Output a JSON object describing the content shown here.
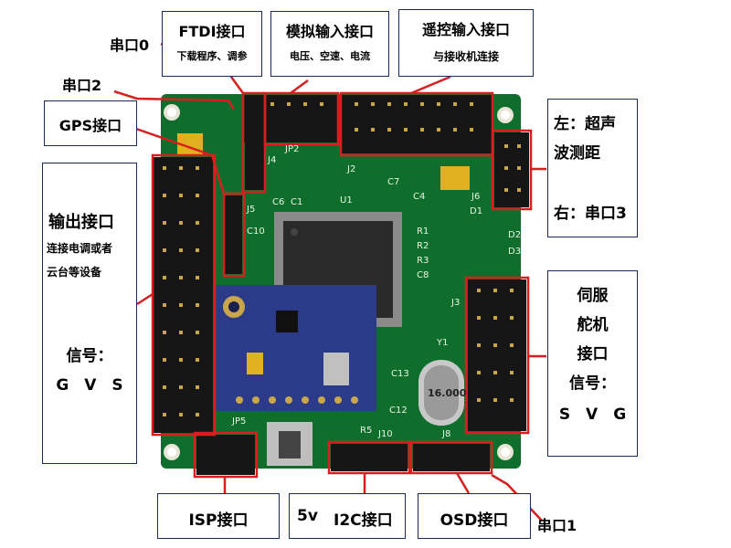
{
  "labels": {
    "uart0": "串口0",
    "uart2": "串口2",
    "ftdi_title": "FTDI接口",
    "ftdi_sub": "下载程序、调参",
    "analog_title": "模拟输入接口",
    "analog_sub": "电压、空速、电流",
    "remote_title": "遥控输入接口",
    "remote_sub": "与接收机连接",
    "gps": "GPS接口",
    "output_title": "输出接口",
    "output_sub1": "连接电调或者",
    "output_sub2": "云台等设备",
    "output_sig": "信号：",
    "output_pins": "G　V　S",
    "right_top1": "左：超声",
    "right_top2": "波测距",
    "right_top3": "右：串口3",
    "servo1": "伺服",
    "servo2": "舵机",
    "servo3": "接口",
    "servo_sig": "信号：",
    "servo_pins": "S　V　G",
    "isp": "ISP接口",
    "i2c_5v": "5v",
    "i2c": "I2C接口",
    "osd": "OSD接口",
    "uart1": "串口1"
  },
  "board_silk": {
    "u1": "U1",
    "jp2": "JP2",
    "j2": "J2",
    "j4": "J4",
    "j5": "J5",
    "j6": "J6",
    "j3": "J3",
    "jp5": "JP5",
    "j10": "J10",
    "j8": "J8",
    "y1": "Y1",
    "c6": "C6",
    "c1": "C1",
    "c7": "C7",
    "c4": "C4",
    "c10": "C10",
    "c13": "C13",
    "c12": "C12",
    "c8": "C8",
    "r1": "R1",
    "r2": "R2",
    "r3": "R3",
    "r5": "R5",
    "d1": "D1",
    "d2": "D2",
    "d3": "D3",
    "crystal": "16.000"
  },
  "colors": {
    "pcb": "#0f6e2c",
    "pcb_dark": "#0a5a22",
    "highlight": "#d81e1e",
    "box_border": "#1a2a5c",
    "imu": "#2c3a8a"
  }
}
